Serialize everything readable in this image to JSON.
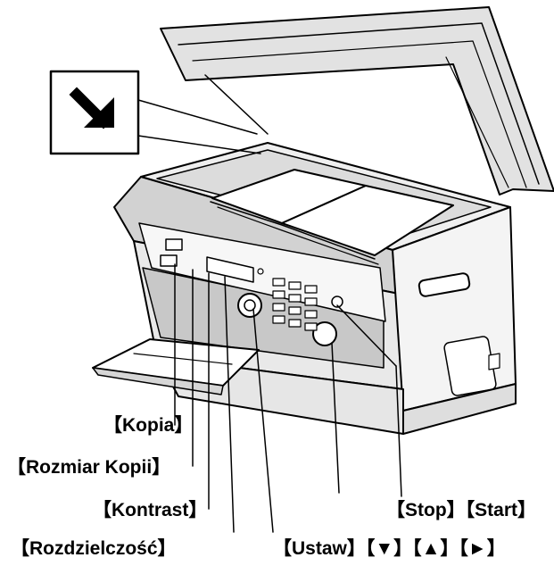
{
  "labels": {
    "kopia": "【Kopia】",
    "rozmiar_kopii": "【Rozmiar Kopii】",
    "kontrast": "【Kontrast】",
    "rozdzielczosc": "【Rozdzielczość】",
    "ustaw": "【Ustaw】【▼】【▲】【►】",
    "stop_start": "【Stop】【Start】"
  },
  "icons": {
    "callout_arrow": "arrow-down-right-icon"
  },
  "colors": {
    "ink": "#000000",
    "background": "#ffffff",
    "body_light": "#f2f2f2",
    "body_mid": "#d8d8d8",
    "body_dark": "#8a8a8a"
  }
}
